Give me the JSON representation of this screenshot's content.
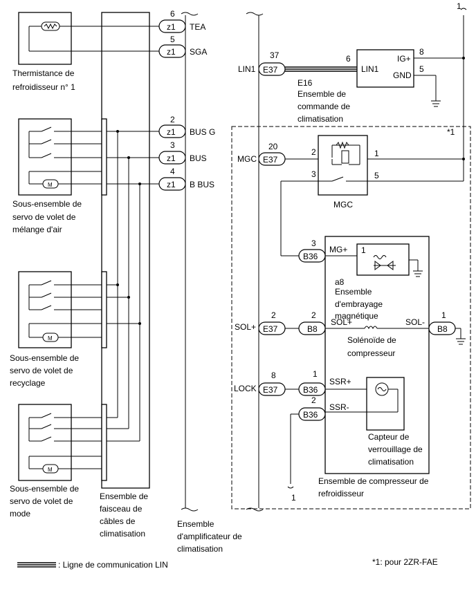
{
  "diagram": {
    "connectors": {
      "z1": "z1",
      "e37": "E37",
      "b36": "B36",
      "b8": "B8"
    },
    "pins": {
      "z1_tea": "6",
      "z1_sga": "5",
      "z1_busg": "2",
      "z1_bus": "3",
      "z1_bbus": "4",
      "e37_lin1": "37",
      "e16_lin1": "6",
      "e16_ig": "8",
      "e16_gnd": "5",
      "e37_mgc": "20",
      "mgc_2": "2",
      "mgc_1": "1",
      "mgc_3": "3",
      "mgc_5": "5",
      "b36_mg": "3",
      "a8_1": "1",
      "e37_sol": "2",
      "b8_sol": "2",
      "b8_sol_minus": "1",
      "e37_lock": "8",
      "b36_ssr_plus": "1",
      "b36_ssr_minus": "2",
      "ref_top": "1",
      "ref_bottom": "1"
    },
    "signals": {
      "tea": "TEA",
      "sga": "SGA",
      "busg": "BUS G",
      "bus": "BUS",
      "bbus": "B BUS",
      "lin1_left": "LIN1",
      "lin1_right": "LIN1",
      "ig": "IG+",
      "gnd": "GND",
      "mgc": "MGC",
      "mg_plus": "MG+",
      "sol_plus_left": "SOL+",
      "sol_plus_right": "SOL+",
      "sol_minus": "SOL-",
      "lock": "LOCK",
      "ssr_plus": "SSR+",
      "ssr_minus": "SSR-"
    },
    "components": {
      "thermistor": [
        "Thermistance de",
        "refroidisseur n° 1"
      ],
      "servo_air_mix": [
        "Sous-ensemble de",
        "servo de volet de",
        "mélange d'air"
      ],
      "servo_recycle": [
        "Sous-ensemble de",
        "servo de volet de",
        "recyclage"
      ],
      "servo_mode": [
        "Sous-ensemble de",
        "servo de volet de",
        "mode"
      ],
      "harness": [
        "Ensemble de",
        "faisceau de",
        "câbles de",
        "climatisation"
      ],
      "amplifier": [
        "Ensemble",
        "d'amplificateur de",
        "climatisation"
      ],
      "e16_code": "E16",
      "control": [
        "Ensemble de",
        "commande de",
        "climatisation"
      ],
      "mgc_relay": "MGC",
      "a8_code": "a8",
      "clutch": [
        "Ensemble",
        "d'embrayage",
        "magnétique"
      ],
      "solenoid": [
        "Solénoïde de",
        "compresseur"
      ],
      "lock_sensor": [
        "Capteur de",
        "verrouillage de",
        "climatisation"
      ],
      "compressor": [
        "Ensemble de compresseur de",
        "refroidisseur"
      ]
    },
    "legend": {
      "lin_line": ": Ligne de communication LIN",
      "note_mark": "*1",
      "note": "*1: pour 2ZR-FAE"
    }
  }
}
